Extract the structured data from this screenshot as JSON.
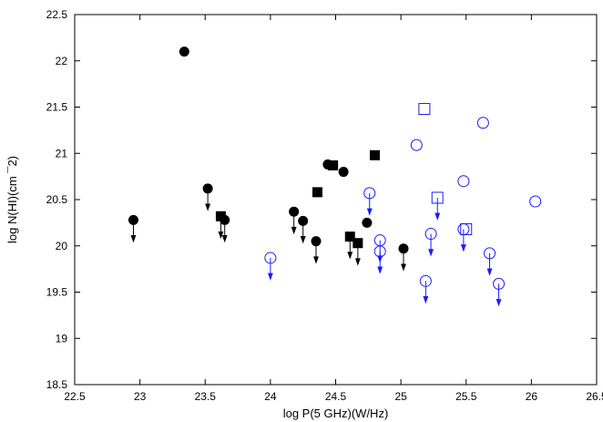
{
  "chart_data": {
    "type": "scatter",
    "title": "",
    "xlabel": "log P(5 GHz)(W/Hz)",
    "ylabel": "log N(HI)(cm^-2)",
    "ylabel_display": "log N(HI)(cm ¯2)",
    "xlim": [
      22.5,
      26.5
    ],
    "ylim": [
      18.5,
      22.5
    ],
    "x_ticks": [
      22.5,
      23,
      23.5,
      24,
      24.5,
      25,
      25.5,
      26,
      26.5
    ],
    "y_ticks": [
      18.5,
      19,
      19.5,
      20,
      20.5,
      21,
      21.5,
      22,
      22.5
    ],
    "x_tick_labels": [
      "22.5",
      "23",
      "23.5",
      "24",
      "24.5",
      "25",
      "25.5",
      "26",
      "26.5"
    ],
    "y_tick_labels": [
      "18.5",
      "19",
      "19.5",
      "20",
      "20.5",
      "21",
      "21.5",
      "22",
      "22.5"
    ],
    "grid": false,
    "colors": {
      "black": "#000000",
      "blue": "#1a1aff"
    },
    "series": [
      {
        "marker": "filled-circle",
        "color": "#000000",
        "points": [
          {
            "x": 22.95,
            "y": 20.28,
            "upper_limit": true
          },
          {
            "x": 23.34,
            "y": 22.1,
            "upper_limit": false
          },
          {
            "x": 23.52,
            "y": 20.62,
            "upper_limit": true
          },
          {
            "x": 23.65,
            "y": 20.28,
            "upper_limit": true
          },
          {
            "x": 24.18,
            "y": 20.37,
            "upper_limit": true
          },
          {
            "x": 24.25,
            "y": 20.27,
            "upper_limit": true
          },
          {
            "x": 24.35,
            "y": 20.05,
            "upper_limit": true
          },
          {
            "x": 24.44,
            "y": 20.88,
            "upper_limit": false
          },
          {
            "x": 24.56,
            "y": 20.8,
            "upper_limit": false
          },
          {
            "x": 24.74,
            "y": 20.25,
            "upper_limit": false
          },
          {
            "x": 25.02,
            "y": 19.97,
            "upper_limit": true
          }
        ]
      },
      {
        "marker": "filled-square",
        "color": "#000000",
        "points": [
          {
            "x": 23.62,
            "y": 20.32,
            "upper_limit": true
          },
          {
            "x": 24.36,
            "y": 20.58,
            "upper_limit": false
          },
          {
            "x": 24.48,
            "y": 20.87,
            "upper_limit": false
          },
          {
            "x": 24.61,
            "y": 20.1,
            "upper_limit": true
          },
          {
            "x": 24.67,
            "y": 20.03,
            "upper_limit": true
          },
          {
            "x": 24.8,
            "y": 20.98,
            "upper_limit": false
          }
        ]
      },
      {
        "marker": "open-circle",
        "color": "#1a1aff",
        "points": [
          {
            "x": 24.0,
            "y": 19.87,
            "upper_limit": true
          },
          {
            "x": 24.76,
            "y": 20.57,
            "upper_limit": true
          },
          {
            "x": 24.84,
            "y": 20.06,
            "upper_limit": true
          },
          {
            "x": 24.84,
            "y": 19.94,
            "upper_limit": true
          },
          {
            "x": 25.12,
            "y": 21.09,
            "upper_limit": false
          },
          {
            "x": 25.19,
            "y": 19.62,
            "upper_limit": true
          },
          {
            "x": 25.23,
            "y": 20.13,
            "upper_limit": true
          },
          {
            "x": 25.48,
            "y": 20.7,
            "upper_limit": false
          },
          {
            "x": 25.48,
            "y": 20.18,
            "upper_limit": true
          },
          {
            "x": 25.63,
            "y": 21.33,
            "upper_limit": false
          },
          {
            "x": 25.68,
            "y": 19.92,
            "upper_limit": true
          },
          {
            "x": 25.75,
            "y": 19.59,
            "upper_limit": true
          },
          {
            "x": 26.03,
            "y": 20.48,
            "upper_limit": false
          }
        ]
      },
      {
        "marker": "open-square",
        "color": "#1a1aff",
        "points": [
          {
            "x": 25.18,
            "y": 21.48,
            "upper_limit": false
          },
          {
            "x": 25.28,
            "y": 20.52,
            "upper_limit": true
          },
          {
            "x": 25.5,
            "y": 20.18,
            "upper_limit": false
          }
        ]
      }
    ]
  }
}
